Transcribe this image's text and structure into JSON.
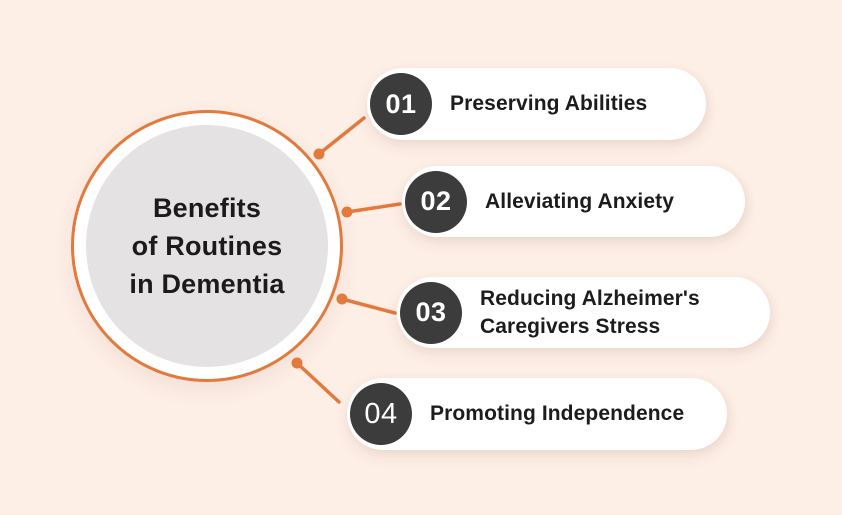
{
  "title": {
    "line1": "Benefits",
    "line2": "of Routines",
    "line3": "in Dementia"
  },
  "items": [
    {
      "number": "01",
      "label": "Preserving Abilities"
    },
    {
      "number": "02",
      "label": "Alleviating Anxiety"
    },
    {
      "number": "03",
      "label": "Reducing Alzheimer's Caregivers Stress"
    },
    {
      "number": "04",
      "label": "Promoting Independence"
    }
  ],
  "colors": {
    "background": "#fdeee6",
    "accent_orange": "#e2793d",
    "hub_fill": "#e4e2e3",
    "hub_ring": "#ffffff",
    "badge_dark": "#3d3c3c",
    "pill_background": "#ffffff",
    "text_dark": "#1c1b1b"
  }
}
